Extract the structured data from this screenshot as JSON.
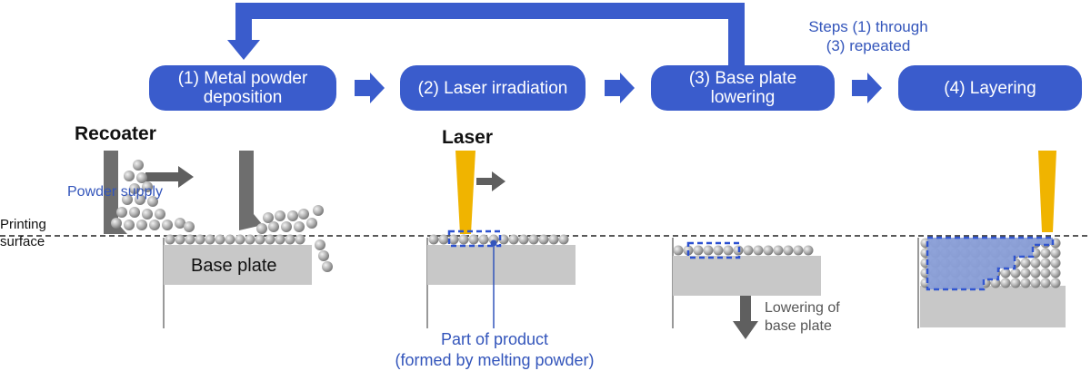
{
  "steps": [
    {
      "line1": "(1) Metal powder",
      "line2": "deposition"
    },
    {
      "line1": "(2) Laser irradiation",
      "line2": ""
    },
    {
      "line1": "(3) Base plate",
      "line2": "lowering"
    },
    {
      "line1": "(4) Layering",
      "line2": ""
    }
  ],
  "repeat_note": {
    "line1": "Steps (1) through",
    "line2": "(3) repeated"
  },
  "labels": {
    "recoater": "Recoater",
    "powder_supply": "Powder supply",
    "printing_surface_line1": "Printing",
    "printing_surface_line2": "surface",
    "base_plate": "Base plate",
    "laser": "Laser",
    "part_line1": "Part of product",
    "part_line2": "(formed by melting powder)",
    "lowering_line1": "Lowering of",
    "lowering_line2": "base plate"
  },
  "colors": {
    "flow_blue": "#3a5ccc",
    "label_blue": "#3355bb",
    "laser_yellow": "#f0b400",
    "plate_gray": "#c8c8c8",
    "recoater_gray": "#6e6e6e",
    "arrow_gray": "#5f5f5f"
  }
}
